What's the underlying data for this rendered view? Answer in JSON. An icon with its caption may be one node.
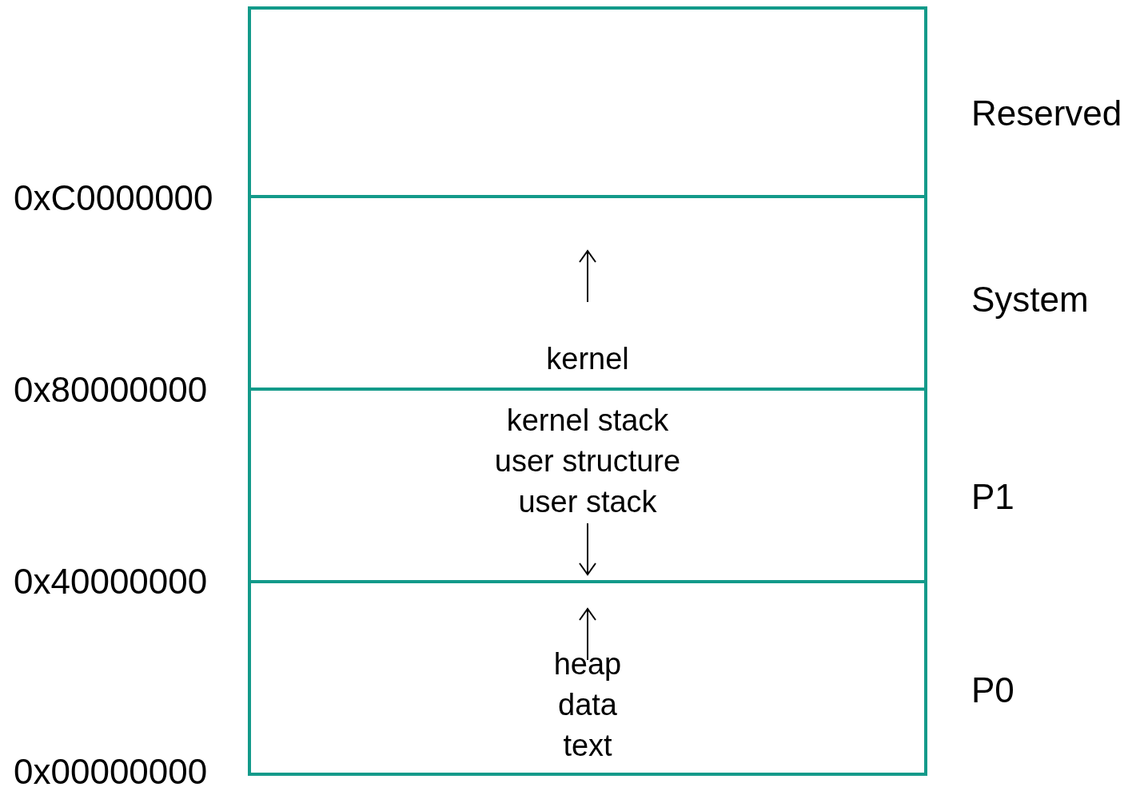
{
  "diagram": {
    "nodes": [
      {
        "text": [
          "Reserved"
        ]
      },
      {
        "text": [
          "System",
          "kernel"
        ]
      },
      {
        "text": [
          "P1",
          "kernel stack",
          "user structure",
          "user stack"
        ]
      },
      {
        "text": [
          "P0",
          "heap",
          "data",
          "text"
        ]
      }
    ],
    "labels": [
      "0xC0000000",
      "0x80000000",
      "0x40000000",
      "0x00000000"
    ]
  }
}
